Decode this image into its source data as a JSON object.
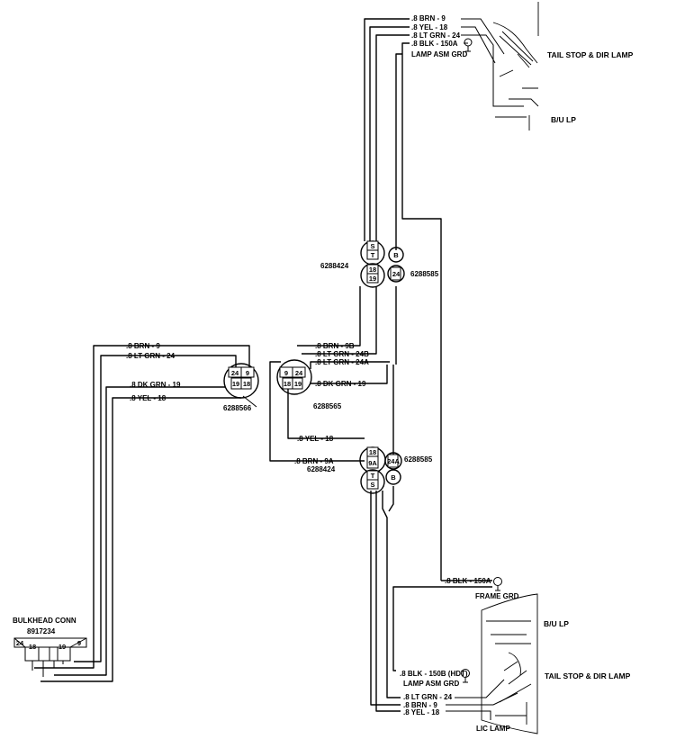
{
  "labels": {
    "brn9_top": ".8 BRN - 9",
    "yel18_top": ".8 YEL - 18",
    "ltgrn24_top": ".8 LT GRN - 24",
    "blk150a_top": ".8 BLK - 150A",
    "lamp_asm_grd_top": "LAMP ASM GRD",
    "tail_stop_top": "TAIL STOP & DIR LAMP",
    "bu_lp_top": "B/U LP",
    "c6288424_top": "6288424",
    "c6288585_top": "6288585",
    "brn9_left": ".8 BRN - 9",
    "ltgrn24_left": ".8 LT GRN - 24",
    "dkgrn19_left": ".8 DK GRN - 19",
    "yel18_left": ".8 YEL - 18",
    "c6288566": "6288566",
    "brn9b": ".8 BRN - 9B",
    "ltgrn24b": ".8 LT GRN - 24B",
    "ltgrn24a": ".8 LT GRN - 24A",
    "dkgrn19_mid": ".8 DK GRN - 19",
    "c6288565": "6288565",
    "yel18_mid": ".8 YEL - 18",
    "brn9a": ".8 BRN - 9A",
    "c6288424_low": "6288424",
    "c6288585_low": "6288585",
    "blk150a_low": ".8 BLK - 150A",
    "frame_grd": "FRAME GRD",
    "bu_lp_bottom": "B/U LP",
    "tail_stop_bottom": "TAIL STOP & DIR LAMP",
    "blk150b": ".8 BLK - 150B (HDT)",
    "lamp_asm_grd_bottom": "LAMP ASM GRD",
    "ltgrn24_bottom": ".8 LT GRN - 24",
    "brn9_bottom": ".8 BRN - 9",
    "yel18_bottom": ".8 YEL - 18",
    "lic_lamp": "LIC LAMP",
    "bulkhead_conn": "BULKHEAD CONN",
    "bulkhead_pn": "8917234"
  },
  "pins": {
    "top_s": "S",
    "top_t": "T",
    "top_b": "B",
    "top_18": "18",
    "top_24": "24",
    "top_19": "19",
    "c566_24": "24",
    "c566_9": "9",
    "c566_19": "19",
    "c566_18": "18",
    "c565_9": "9",
    "c565_24": "24",
    "c565_18": "18",
    "c565_19": "19",
    "low_18": "18",
    "low_9a": "9A",
    "low_24a": "24A",
    "low_b": "B",
    "low_t": "T",
    "low_s": "S",
    "bh_24": "24",
    "bh_18": "18",
    "bh_19": "19",
    "bh_9": "9"
  }
}
